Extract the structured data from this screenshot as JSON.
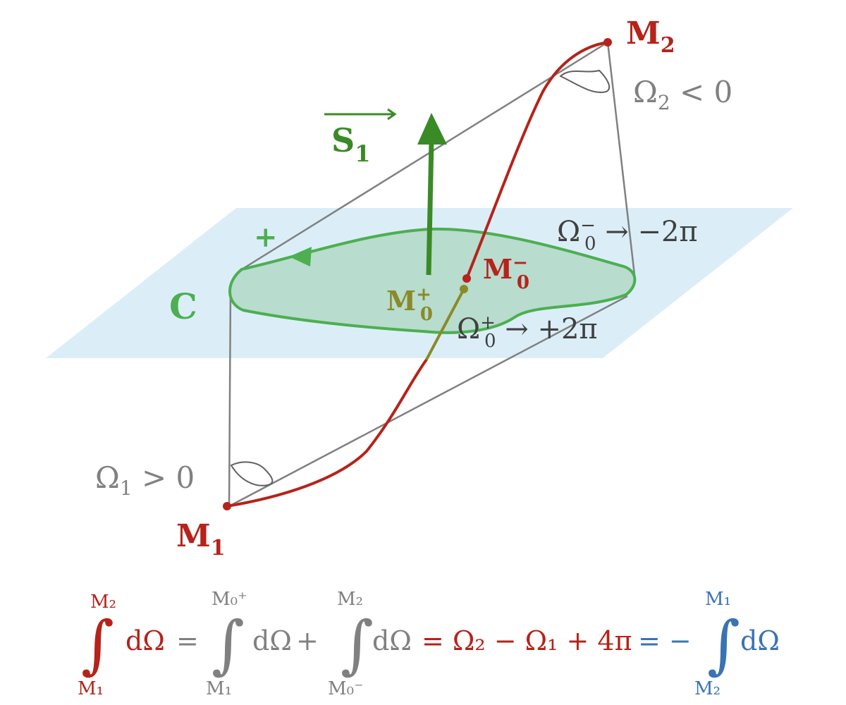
{
  "colors": {
    "red": "#b5231b",
    "green": "#4caf50",
    "darkgreen": "#3a8a26",
    "olive": "#8a8a28",
    "gray": "#808080",
    "dark": "#404040",
    "blue": "#3a73b3",
    "plane": "#dbeef8",
    "region": "#b8dccd"
  },
  "labels": {
    "M2": "M",
    "M2_sub": "2",
    "M1": "M",
    "M1_sub": "1",
    "M0minus": "M",
    "M0minus_sub": "0",
    "M0minus_sup": "−",
    "M0plus": "M",
    "M0plus_sub": "0",
    "M0plus_sup": "+",
    "S1": "S",
    "S1_sub": "1",
    "C": "C",
    "plus": "+",
    "omega2": "Ω",
    "omega2_sub": "2",
    "omega2_rel": " < 0",
    "omega1": "Ω",
    "omega1_sub": "1",
    "omega1_rel": " > 0",
    "omega0minus": "Ω",
    "omega0minus_sub": "0",
    "omega0minus_sup": "−",
    "omega0minus_rel": " → −2π",
    "omega0plus": "Ω",
    "omega0plus_sub": "0",
    "omega0plus_sup": "+",
    "omega0plus_rel": " → +2π"
  },
  "formula": {
    "int1_upper": "M₂",
    "int1_lower": "M₁",
    "int1_body": "dΩ",
    "eq1": "=",
    "int2_upper": "M₀⁺",
    "int2_lower": "M₁",
    "int2_body": "dΩ",
    "plus": "+",
    "int3_upper": "M₂",
    "int3_lower": "M₀⁻",
    "int3_body": "dΩ",
    "result": "= Ω₂ − Ω₁ + 4π",
    "eq2": "= −",
    "int4_upper": "M₁",
    "int4_lower": "M₂",
    "int4_body": "dΩ",
    "integral_sign": "∫"
  }
}
